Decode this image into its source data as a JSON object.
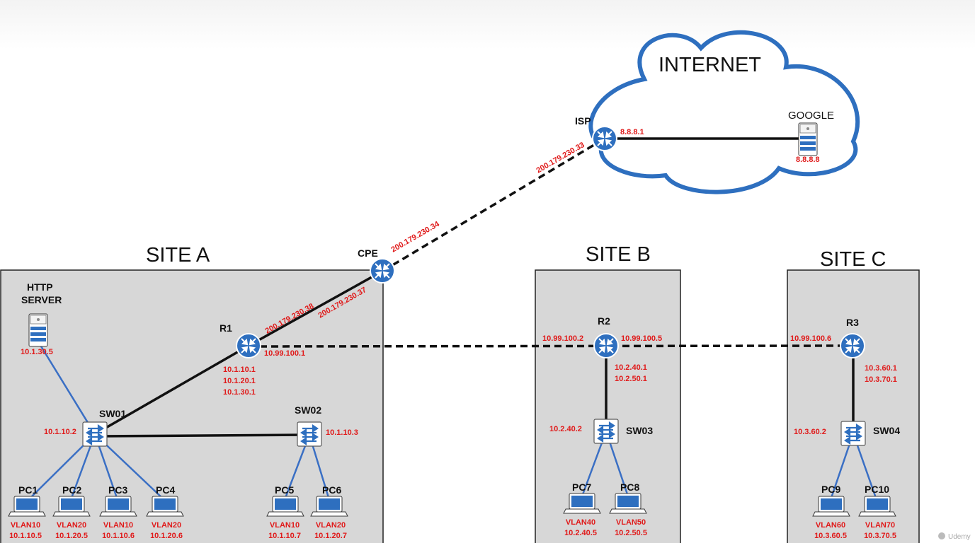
{
  "cloud": {
    "title": "INTERNET"
  },
  "sites": {
    "a": "SITE A",
    "b": "SITE B",
    "c": "SITE C"
  },
  "devices": {
    "isp": {
      "label": "ISP",
      "ip_google_side": "8.8.8.1",
      "ip_cpe_side": "200.179.230.33"
    },
    "google": {
      "label": "GOOGLE",
      "ip": "8.8.8.8"
    },
    "cpe": {
      "label": "CPE",
      "ip_isp_side": "200.179.230.34",
      "ip_r1_side": "200.179.230.37"
    },
    "r1": {
      "label": "R1",
      "ip_wan": "200.179.230.38",
      "ip_tunnel": "10.99.100.1",
      "ip_lan": [
        "10.1.10.1",
        "10.1.20.1",
        "10.1.30.1"
      ]
    },
    "http_server": {
      "label": [
        "HTTP",
        "SERVER"
      ],
      "ip": "10.1.30.5"
    },
    "sw01": {
      "label": "SW01",
      "ip": "10.1.10.2"
    },
    "sw02": {
      "label": "SW02",
      "ip": "10.1.10.3"
    },
    "r2": {
      "label": "R2",
      "ip_left": "10.99.100.2",
      "ip_right": "10.99.100.5",
      "ip_lan": [
        "10.2.40.1",
        "10.2.50.1"
      ]
    },
    "sw03": {
      "label": "SW03",
      "ip": "10.2.40.2"
    },
    "r3": {
      "label": "R3",
      "ip_left": "10.99.100.6",
      "ip_lan": [
        "10.3.60.1",
        "10.3.70.1"
      ]
    },
    "sw04": {
      "label": "SW04",
      "ip": "10.3.60.2"
    }
  },
  "pcs": [
    {
      "label": "PC1",
      "vlan": "VLAN10",
      "ip": "10.1.10.5"
    },
    {
      "label": "PC2",
      "vlan": "VLAN20",
      "ip": "10.1.20.5"
    },
    {
      "label": "PC3",
      "vlan": "VLAN10",
      "ip": "10.1.10.6"
    },
    {
      "label": "PC4",
      "vlan": "VLAN20",
      "ip": "10.1.20.6"
    },
    {
      "label": "PC5",
      "vlan": "VLAN10",
      "ip": "10.1.10.7"
    },
    {
      "label": "PC6",
      "vlan": "VLAN20",
      "ip": "10.1.20.7"
    },
    {
      "label": "PC7",
      "vlan": "VLAN40",
      "ip": "10.2.40.5"
    },
    {
      "label": "PC8",
      "vlan": "VLAN50",
      "ip": "10.2.50.5"
    },
    {
      "label": "PC9",
      "vlan": "VLAN60",
      "ip": "10.3.60.5"
    },
    {
      "label": "PC10",
      "vlan": "VLAN70",
      "ip": "10.3.70.5"
    }
  ],
  "watermark": "Udemy",
  "colors": {
    "ip_text": "#e01a1a",
    "cloud_stroke": "#2e6fbf",
    "device_blue": "#2e6fbf",
    "site_fill": "#d7d7d7"
  }
}
